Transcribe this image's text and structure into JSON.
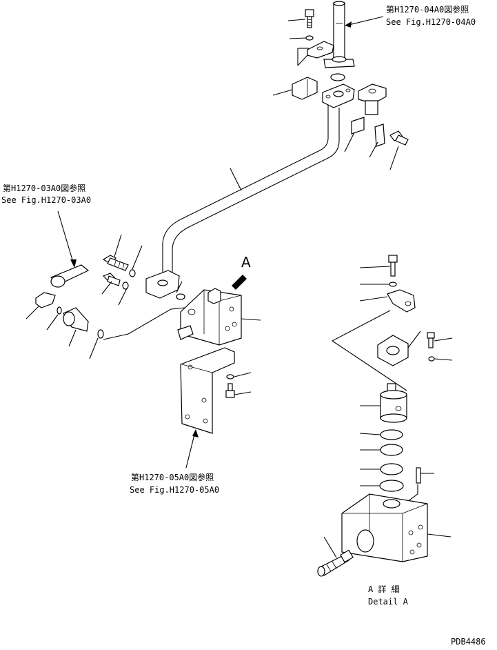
{
  "references": {
    "top_jp": "第H1270-04A0図参照",
    "top_en": "See Fig.H1270-04A0",
    "left_jp": "第H1270-03A0図参照",
    "left_en": "See Fig.H1270-03A0",
    "bottom_jp": "第H1270-05A0図参照",
    "bottom_en": "See Fig.H1270-05A0"
  },
  "detail": {
    "view_letter": "A",
    "caption_jp": "A 詳 細",
    "caption_en": "Detail A"
  },
  "drawing_code": "PDB4486"
}
